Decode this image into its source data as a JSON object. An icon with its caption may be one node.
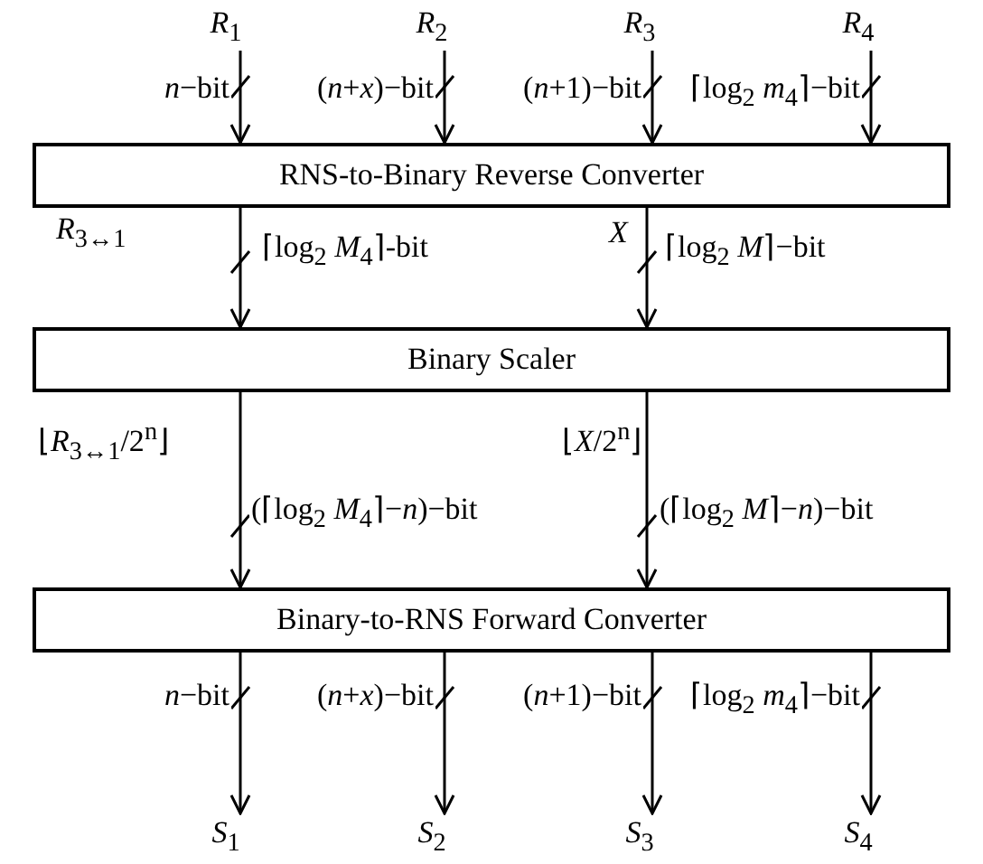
{
  "diagram": {
    "nodes": [
      {
        "text": [
          "*R*$_{1}$"
        ]
      },
      {
        "text": [
          "*R*$_{2}$"
        ]
      },
      {
        "text": [
          "*R*$_{3}$"
        ]
      },
      {
        "text": [
          "*R*$_{4}$"
        ]
      },
      {
        "text": [
          "RNS-to-Binary Reverse Converter"
        ]
      },
      {
        "text": [
          "Binary Scaler"
        ]
      },
      {
        "text": [
          "Binary-to-RNS Forward Converter"
        ]
      },
      {
        "text": [
          "*S*$_{1}$"
        ]
      },
      {
        "text": [
          "*S*$_{2}$"
        ]
      },
      {
        "text": [
          "*S*$_{3}$"
        ]
      },
      {
        "text": [
          "*S*$_{4}$"
        ]
      }
    ],
    "edges": [
      {
        "from": 0,
        "to": 4,
        "arrow": "to",
        "label": "*n*−bit"
      },
      {
        "from": 1,
        "to": 4,
        "arrow": "to",
        "label": "(*n*+*x*)−bit"
      },
      {
        "from": 2,
        "to": 4,
        "arrow": "to",
        "label": "(*n*+1)−bit"
      },
      {
        "from": 3,
        "to": 4,
        "arrow": "to",
        "label": "⌈log$_{2}$ *m*$_{4}$⌉−bit"
      },
      {
        "from": 4,
        "to": 5,
        "arrow": "to",
        "label": "⌈log$_{2}$ *M*$_{4}$⌉-bit"
      },
      {
        "from": 4,
        "to": 5,
        "arrow": "to",
        "label": "⌈log$_{2}$ *M*⌉−bit"
      },
      {
        "from": 5,
        "to": 6,
        "arrow": "to",
        "label": "(⌈log$_{2}$ *M*$_{4}$⌉−*n*)−bit"
      },
      {
        "from": 5,
        "to": 6,
        "arrow": "to",
        "label": "(⌈log$_{2}$ *M*⌉−*n*)−bit"
      },
      {
        "from": 6,
        "to": 7,
        "arrow": "to",
        "label": "*n*−bit"
      },
      {
        "from": 6,
        "to": 8,
        "arrow": "to",
        "label": "(*n*+*x*)−bit"
      },
      {
        "from": 6,
        "to": 9,
        "arrow": "to",
        "label": "(*n*+1)−bit"
      },
      {
        "from": 6,
        "to": 10,
        "arrow": "to",
        "label": "⌈log$_{2}$ *m*$_{4}$⌉−bit"
      }
    ],
    "labels": [
      "*R*$_{3↔1}$",
      "*X*",
      "⌊*R*$_{3↔1}$/2$^{n}$⌋",
      "⌊*X*/2$^{n}$⌋"
    ]
  }
}
